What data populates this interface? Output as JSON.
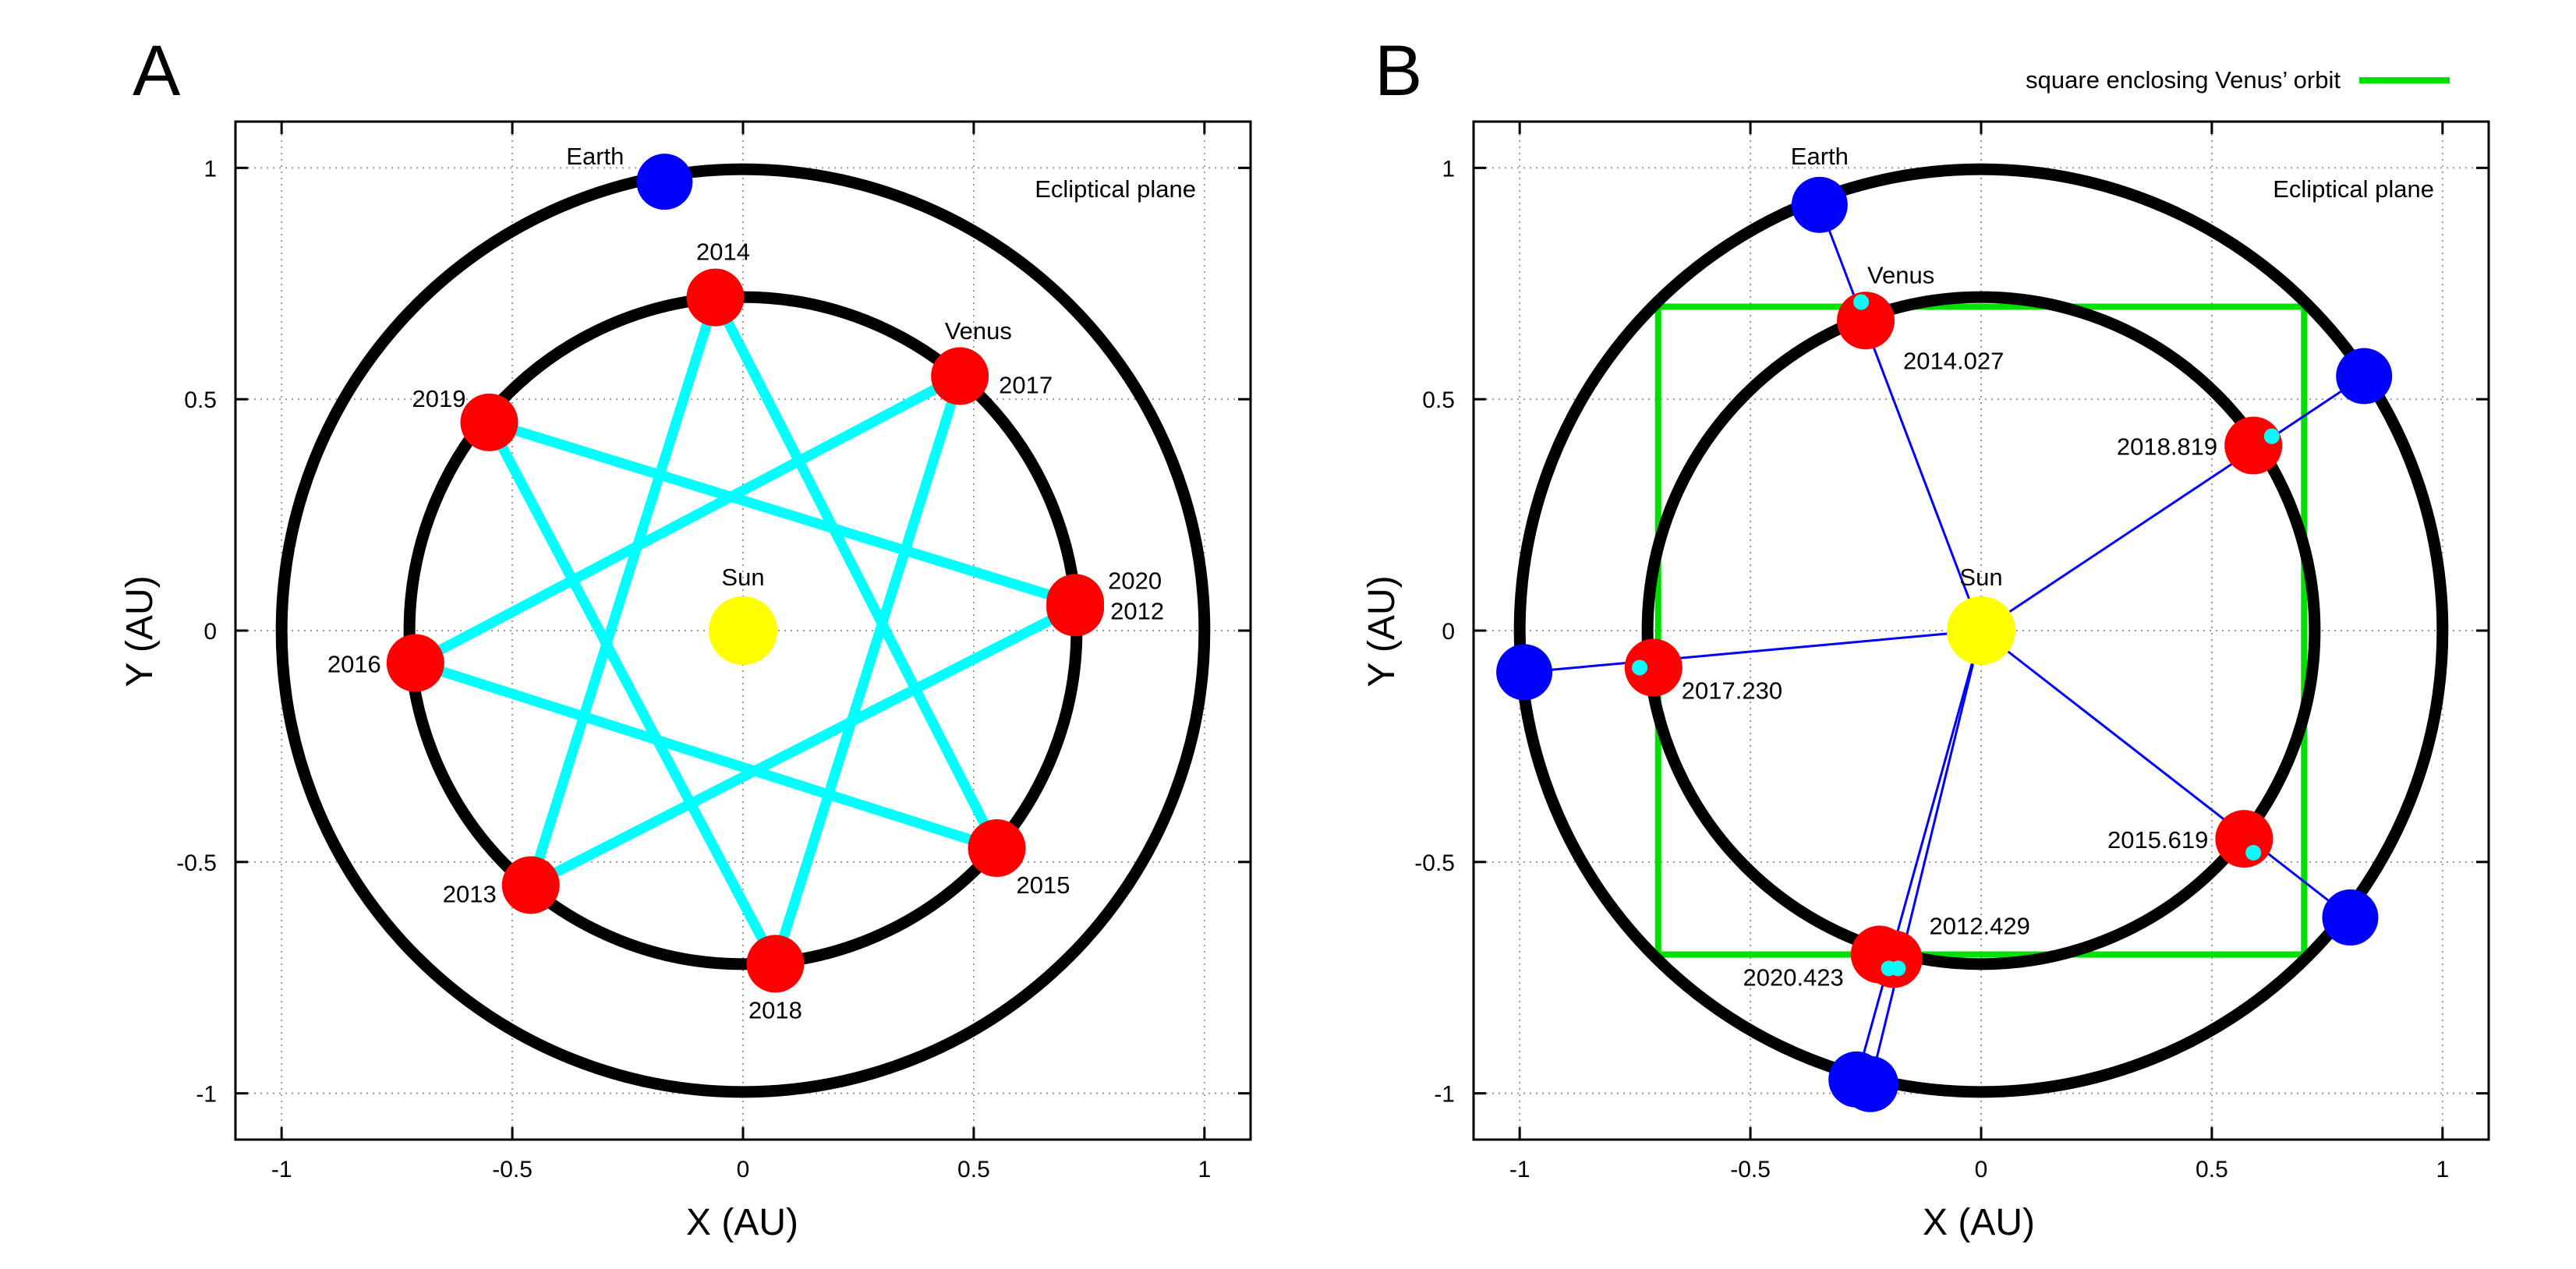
{
  "chart_data": [
    {
      "type": "scatter",
      "panel_label": "A",
      "xlabel": "X (AU)",
      "ylabel": "Y (AU)",
      "xlim": [
        -1.1,
        1.1
      ],
      "ylim": [
        -1.1,
        1.1
      ],
      "xticks": [
        -1,
        -0.5,
        0,
        0.5,
        1
      ],
      "yticks": [
        -1,
        -0.5,
        0,
        0.5,
        1
      ],
      "xtick_labels": [
        "-1",
        "-0.5",
        "0",
        "0.5",
        "1"
      ],
      "ytick_labels": [
        "-1",
        "-0.5",
        "0",
        "0.5",
        "1"
      ],
      "grid": true,
      "annotation": "Ecliptical plane",
      "orbits": [
        {
          "body": "Earth",
          "radius": 1.0
        },
        {
          "body": "Venus",
          "radius": 0.723
        }
      ],
      "sun": {
        "label": "Sun",
        "x": 0,
        "y": 0
      },
      "earth": {
        "label": "Earth",
        "x": -0.17,
        "y": 0.97
      },
      "venus_label": {
        "text": "Venus",
        "x": 0.51,
        "y": 0.63
      },
      "venus_points": [
        {
          "label": "2012",
          "x": 0.72,
          "y": 0.05
        },
        {
          "label": "2013",
          "x": -0.46,
          "y": -0.55
        },
        {
          "label": "2014",
          "x": -0.06,
          "y": 0.72
        },
        {
          "label": "2015",
          "x": 0.55,
          "y": -0.47
        },
        {
          "label": "2016",
          "x": -0.71,
          "y": -0.07
        },
        {
          "label": "2017",
          "x": 0.47,
          "y": 0.55
        },
        {
          "label": "2018",
          "x": 0.07,
          "y": -0.72
        },
        {
          "label": "2019",
          "x": -0.55,
          "y": 0.45
        },
        {
          "label": "2020",
          "x": 0.72,
          "y": 0.06
        }
      ],
      "star_connections": [
        [
          "2012",
          "2013"
        ],
        [
          "2013",
          "2014"
        ],
        [
          "2014",
          "2015"
        ],
        [
          "2015",
          "2016"
        ],
        [
          "2016",
          "2017"
        ],
        [
          "2017",
          "2018"
        ],
        [
          "2018",
          "2019"
        ],
        [
          "2019",
          "2020"
        ]
      ],
      "colors": {
        "venus": "#ff0000",
        "earth": "#0000ff",
        "sun": "#ffff00",
        "star": "#00ffff",
        "orbit": "#000000"
      }
    },
    {
      "type": "scatter",
      "panel_label": "B",
      "xlabel": "X (AU)",
      "ylabel": "Y (AU)",
      "xlim": [
        -1.1,
        1.1
      ],
      "ylim": [
        -1.1,
        1.1
      ],
      "xticks": [
        -1,
        -0.5,
        0,
        0.5,
        1
      ],
      "yticks": [
        -1,
        -0.5,
        0,
        0.5,
        1
      ],
      "xtick_labels": [
        "-1",
        "-0.5",
        "0",
        "0.5",
        "1"
      ],
      "ytick_labels": [
        "-1",
        "-0.5",
        "0",
        "0.5",
        "1"
      ],
      "grid": true,
      "annotation": "Ecliptical plane",
      "legend": {
        "entry": "square enclosing Venus’ orbit",
        "color": "#00e000",
        "position": "top-right"
      },
      "square_half_side": 0.7,
      "orbits": [
        {
          "body": "Earth",
          "radius": 1.0
        },
        {
          "body": "Venus",
          "radius": 0.723
        }
      ],
      "sun": {
        "label": "Sun",
        "x": 0,
        "y": 0
      },
      "earth_label": {
        "text": "Earth"
      },
      "venus_label": {
        "text": "Venus"
      },
      "conjunctions": [
        {
          "label": "2014.027",
          "venus": [
            -0.25,
            0.67
          ],
          "earth": [
            -0.35,
            0.92
          ],
          "dot": [
            -0.26,
            0.71
          ]
        },
        {
          "label": "2018.819",
          "venus": [
            0.59,
            0.4
          ],
          "earth": [
            0.83,
            0.55
          ],
          "dot": [
            0.63,
            0.42
          ]
        },
        {
          "label": "2017.230",
          "venus": [
            -0.71,
            -0.08
          ],
          "earth": [
            -0.99,
            -0.09
          ],
          "dot": [
            -0.74,
            -0.08
          ]
        },
        {
          "label": "2015.619",
          "venus": [
            0.57,
            -0.45
          ],
          "earth": [
            0.8,
            -0.62
          ],
          "dot": [
            0.59,
            -0.48
          ]
        },
        {
          "label": "2012.429",
          "venus": [
            -0.19,
            -0.71
          ],
          "earth": [
            -0.24,
            -0.98
          ],
          "dot": [
            -0.18,
            -0.73
          ]
        },
        {
          "label": "2020.423",
          "venus": [
            -0.22,
            -0.7
          ],
          "earth": [
            -0.27,
            -0.97
          ],
          "dot": [
            -0.2,
            -0.73
          ]
        }
      ],
      "colors": {
        "venus": "#ff0000",
        "earth": "#0000ff",
        "sun": "#ffff00",
        "dot": "#00ffff",
        "line": "#0000ff",
        "orbit": "#000000"
      }
    }
  ]
}
